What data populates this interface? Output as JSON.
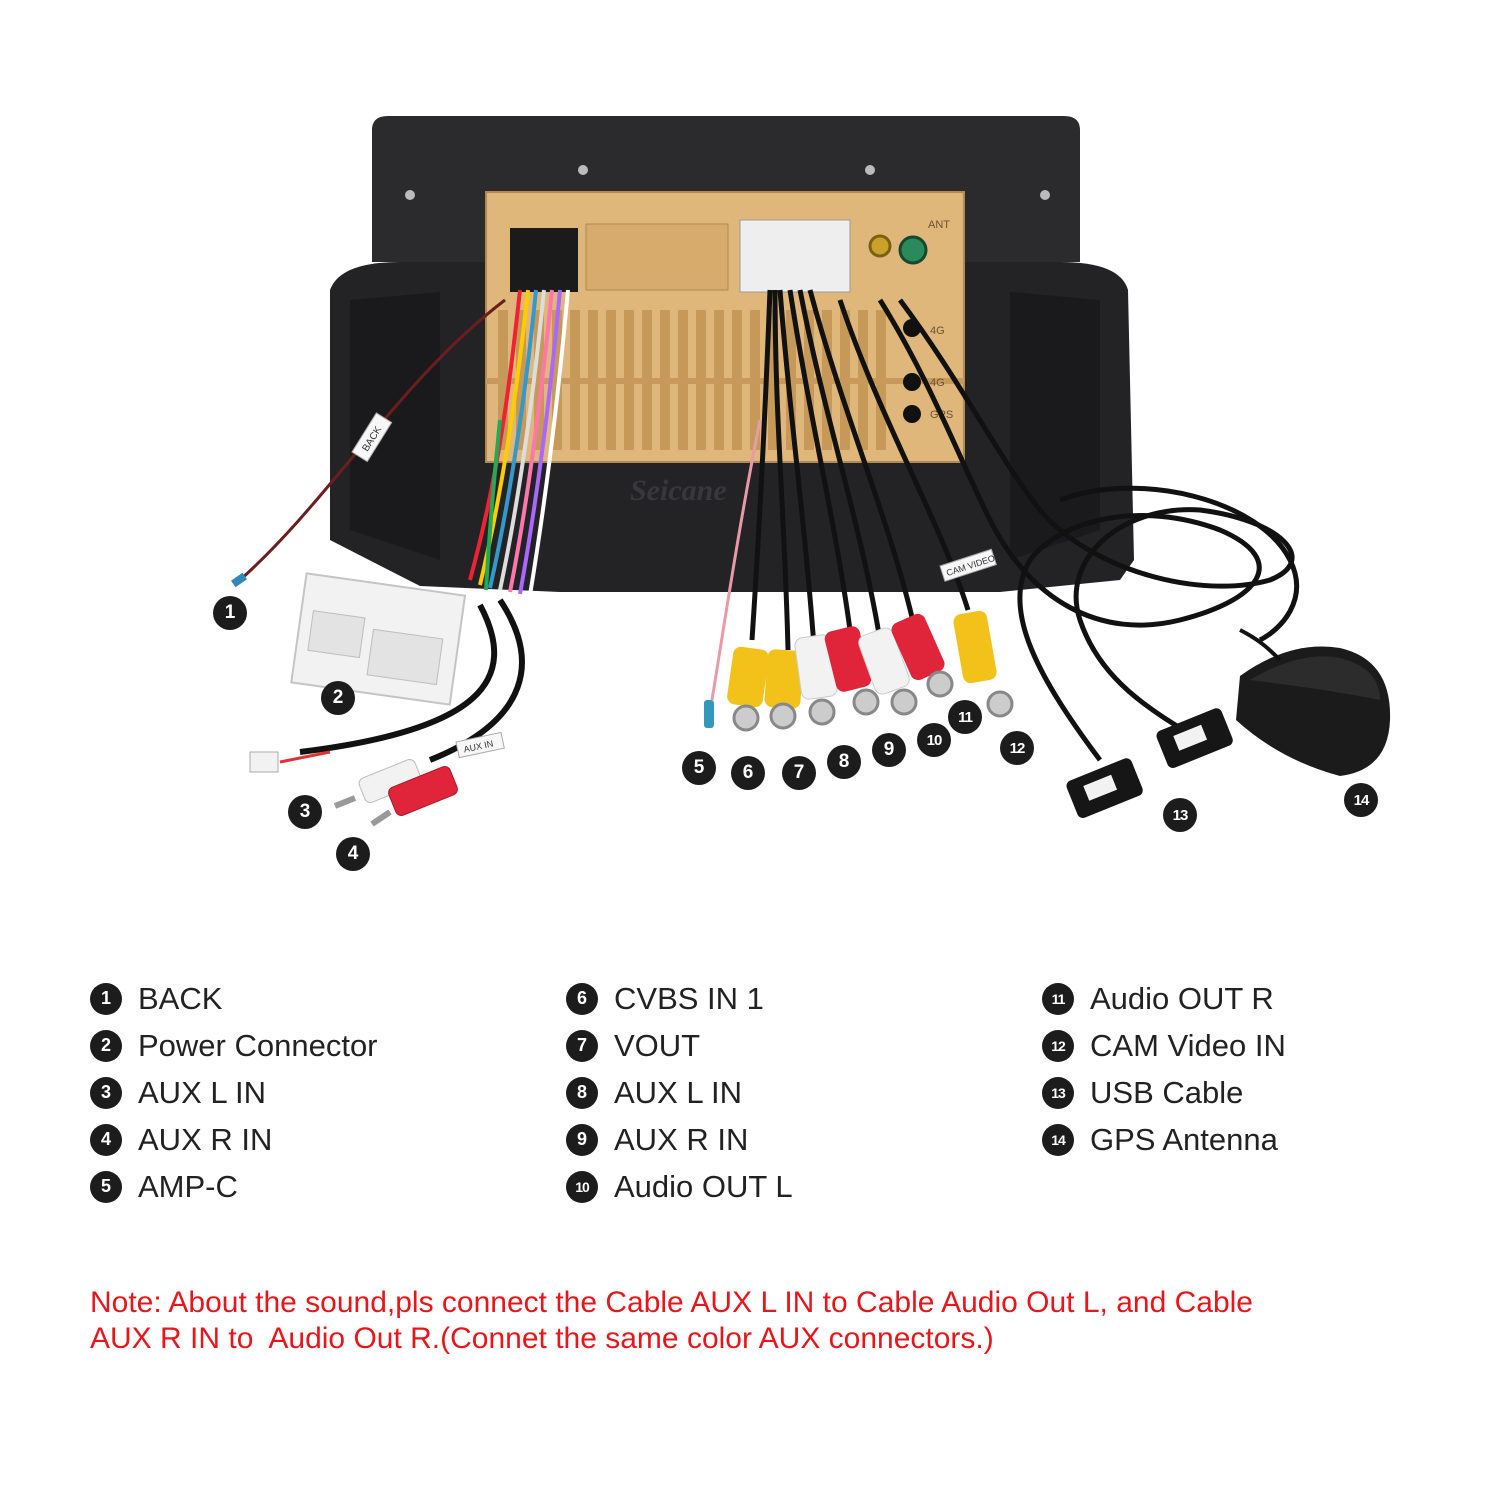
{
  "photo": {
    "watermark": "Seicane",
    "tags": {
      "back": "BACK",
      "cam": "CAM VIDEO",
      "aux": "AUX IN"
    },
    "panel_labels": {
      "ant": "ANT",
      "fourg_a": "4G",
      "fourg_b": "4G",
      "gps": "GPS"
    },
    "callouts": [
      {
        "n": "1"
      },
      {
        "n": "2"
      },
      {
        "n": "3"
      },
      {
        "n": "4"
      },
      {
        "n": "5"
      },
      {
        "n": "6"
      },
      {
        "n": "7"
      },
      {
        "n": "8"
      },
      {
        "n": "9"
      },
      {
        "n": "10"
      },
      {
        "n": "11"
      },
      {
        "n": "12"
      },
      {
        "n": "13"
      },
      {
        "n": "14"
      }
    ]
  },
  "legend": {
    "columns": [
      [
        {
          "n": "1",
          "label": "BACK"
        },
        {
          "n": "2",
          "label": "Power Connector"
        },
        {
          "n": "3",
          "label": "AUX L IN"
        },
        {
          "n": "4",
          "label": "AUX R IN"
        },
        {
          "n": "5",
          "label": "AMP-C"
        }
      ],
      [
        {
          "n": "6",
          "label": "CVBS IN 1"
        },
        {
          "n": "7",
          "label": "VOUT"
        },
        {
          "n": "8",
          "label": "AUX L IN"
        },
        {
          "n": "9",
          "label": "AUX R IN"
        },
        {
          "n": "10",
          "label": "Audio OUT L"
        }
      ],
      [
        {
          "n": "11",
          "label": "Audio OUT R"
        },
        {
          "n": "12",
          "label": "CAM Video IN"
        },
        {
          "n": "13",
          "label": "USB Cable"
        },
        {
          "n": "14",
          "label": "GPS Antenna"
        }
      ]
    ]
  },
  "note": {
    "line1": "Note: About the sound,pls connect the Cable AUX L IN to Cable Audio Out L, and Cable",
    "line2": "AUX R IN to  Audio Out R.(Connet the same color AUX connectors.)"
  },
  "colors": {
    "note": "#e8161b",
    "badge": "#1c1c1c",
    "chassis": "#e0b77a",
    "bezel": "#2a2a2c",
    "rca_yellow": "#f2c21b",
    "rca_red": "#e0243a",
    "rca_white": "#f2f2f2"
  }
}
